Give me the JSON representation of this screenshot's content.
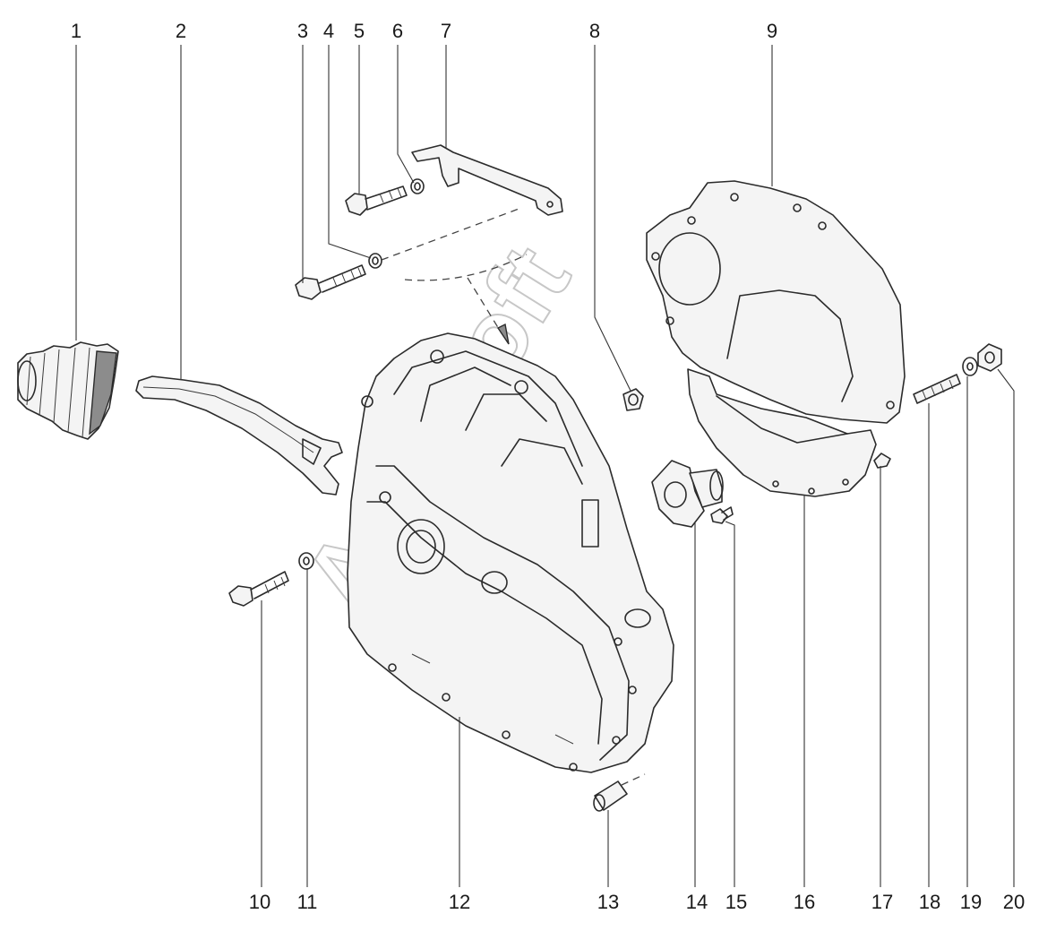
{
  "callouts": {
    "c1": "1",
    "c2": "2",
    "c3": "3",
    "c4": "4",
    "c5": "5",
    "c6": "6",
    "c7": "7",
    "c8": "8",
    "c9": "9",
    "c10": "10",
    "c11": "11",
    "c12": "12",
    "c13": "13",
    "c14": "14",
    "c15": "15",
    "c16": "16",
    "c17": "17",
    "c18": "18",
    "c19": "19",
    "c20": "20"
  },
  "watermark": "Autosoft"
}
